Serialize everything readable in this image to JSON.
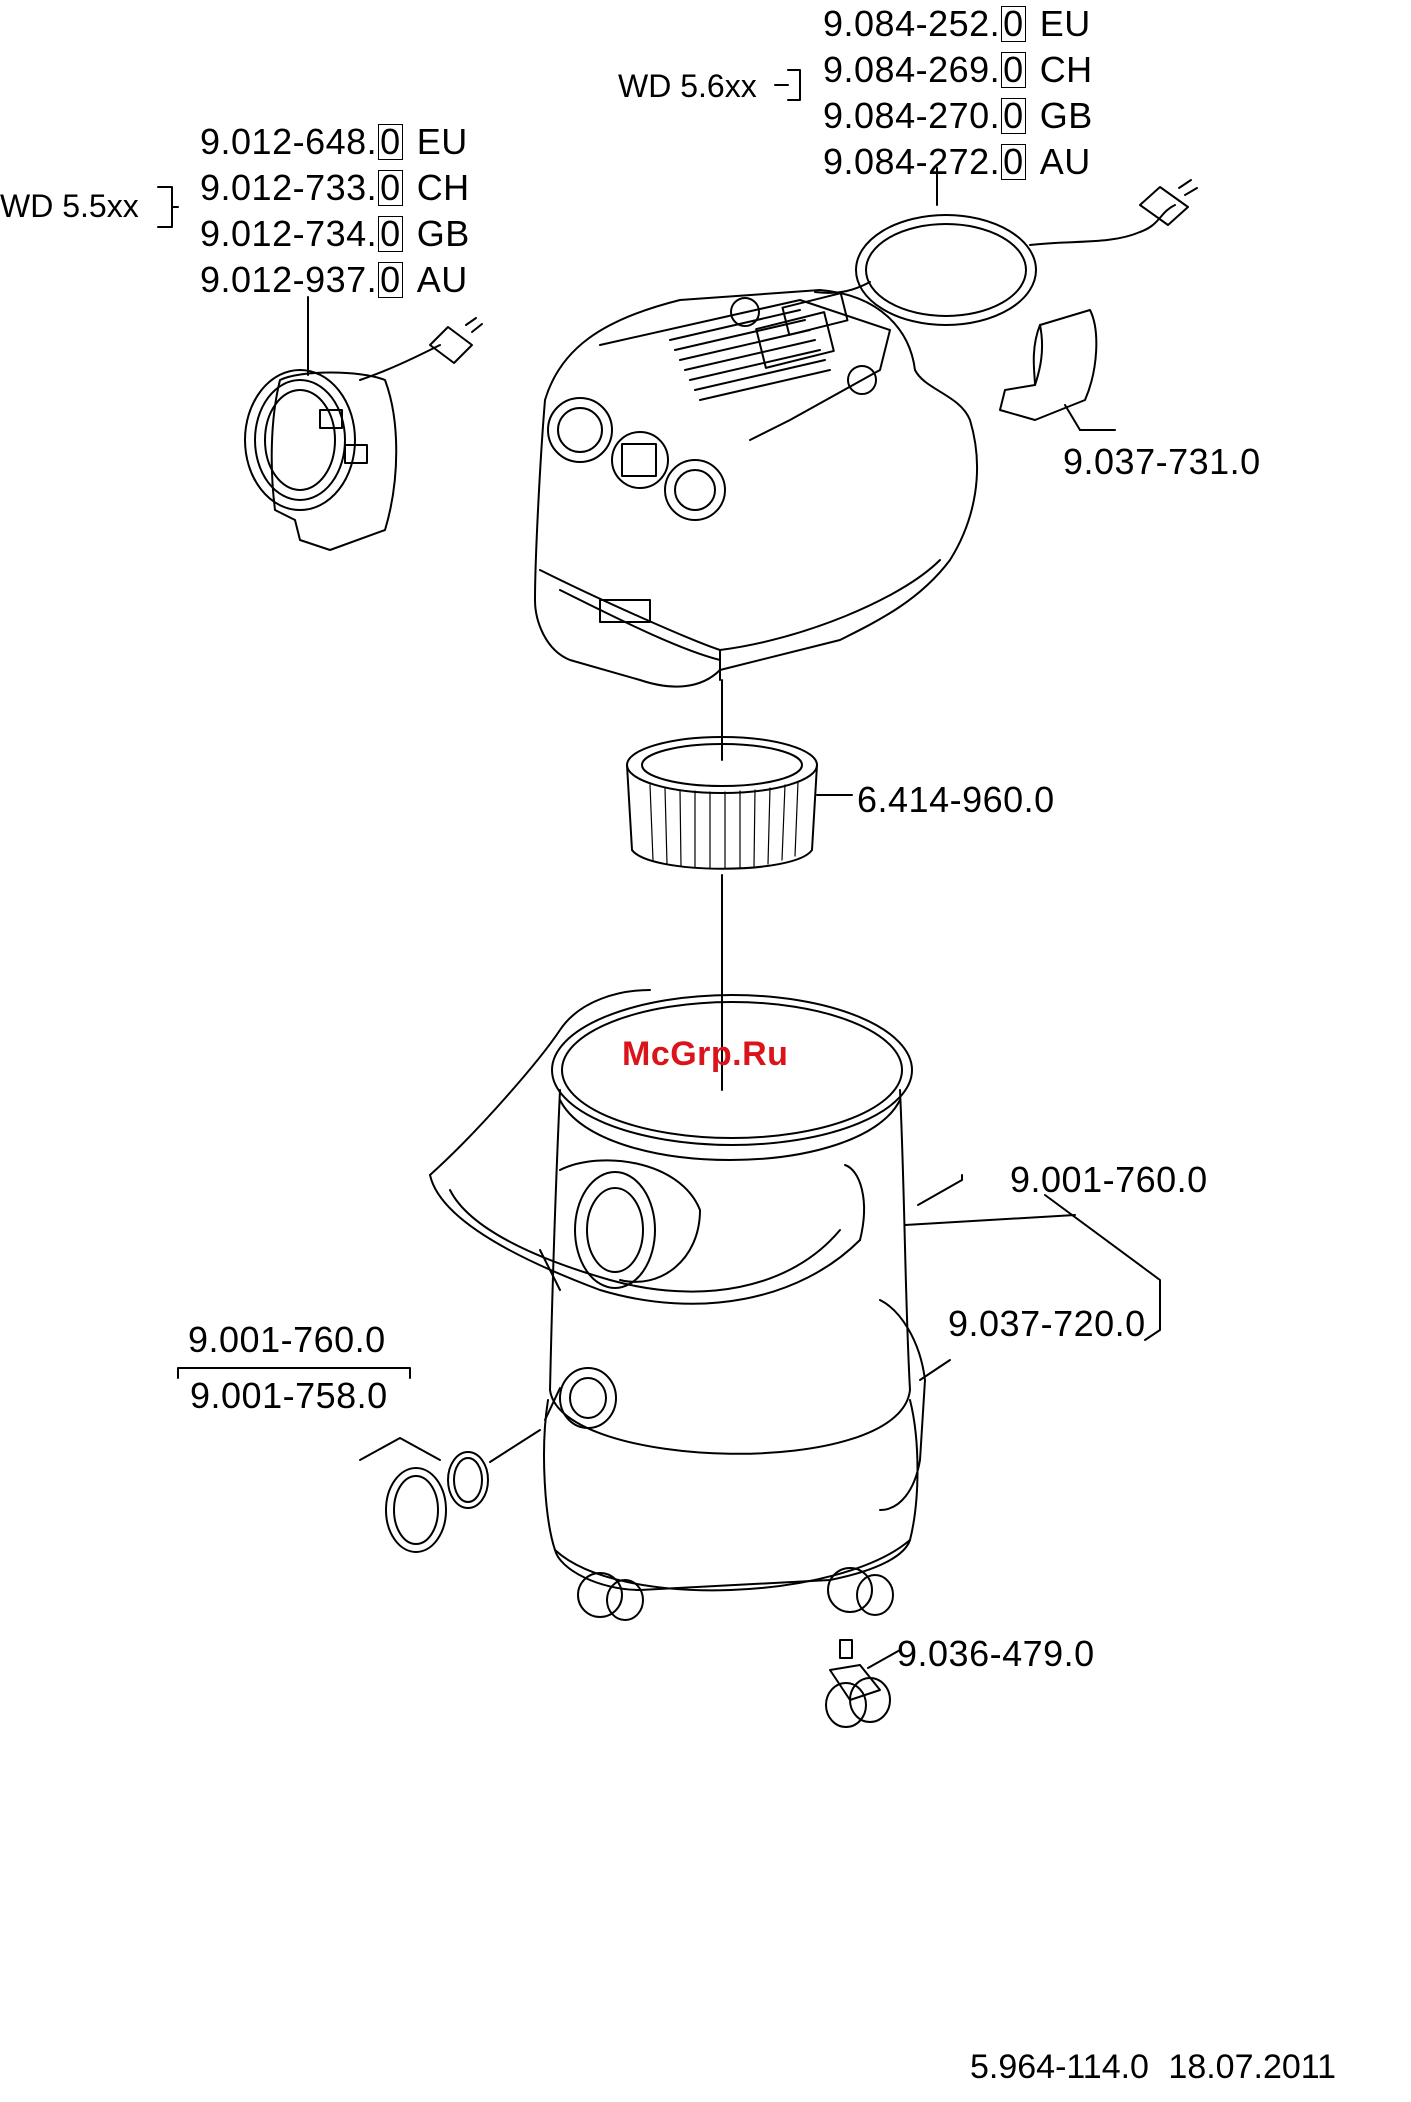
{
  "wd56_group": {
    "model": "WD 5.6xx",
    "items": [
      {
        "code_main": "9.084-252.",
        "code_box": "0",
        "country": "EU"
      },
      {
        "code_main": "9.084-269.",
        "code_box": "0",
        "country": "CH"
      },
      {
        "code_main": "9.084-270.",
        "code_box": "0",
        "country": "GB"
      },
      {
        "code_main": "9.084-272.",
        "code_box": "0",
        "country": "AU"
      }
    ]
  },
  "wd55_group": {
    "model": "WD 5.5xx",
    "items": [
      {
        "code_main": "9.012-648.",
        "code_box": "0",
        "country": "EU"
      },
      {
        "code_main": "9.012-733.",
        "code_box": "0",
        "country": "CH"
      },
      {
        "code_main": "9.012-734.",
        "code_box": "0",
        "country": "GB"
      },
      {
        "code_main": "9.012-937.",
        "code_box": "0",
        "country": "AU"
      }
    ]
  },
  "parts": {
    "holder": "9.037-731.0",
    "filter": "6.414-960.0",
    "container_a": "9.001-760.0",
    "container_b": "9.037-720.0",
    "cap_a": "9.001-760.0",
    "cap_b": "9.001-758.0",
    "caster": "9.036-479.0"
  },
  "watermark": "McGrp.Ru",
  "footer": {
    "doc_number": "5.964-114.0",
    "date": "18.07.2011"
  }
}
